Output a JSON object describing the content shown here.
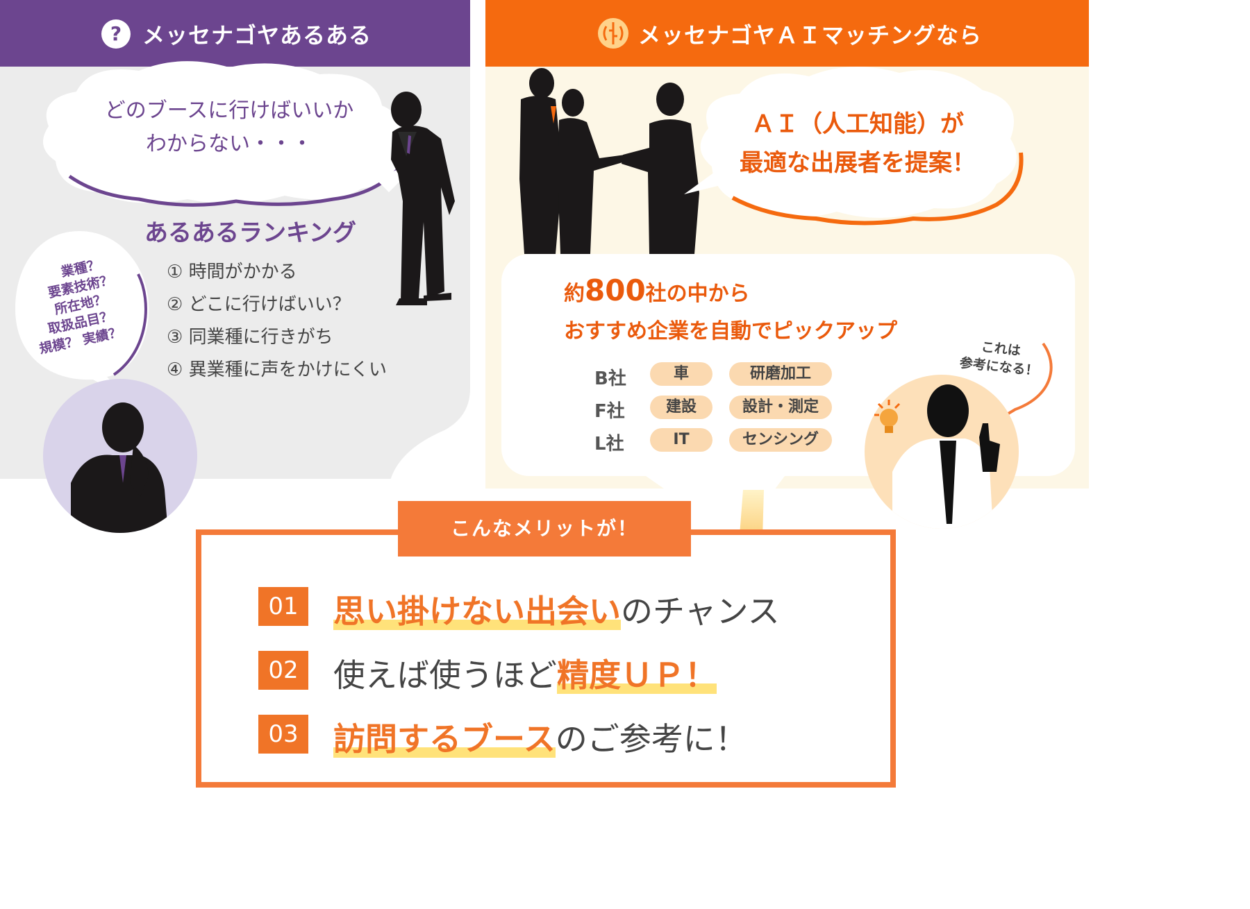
{
  "left": {
    "header": "メッセナゴヤあるある",
    "question_mark": "?",
    "bubble_line1": "どのブースに行けばいいか",
    "bubble_line2": "わからない・・・",
    "ranking_title": "あるあるランキング",
    "ranking": [
      {
        "num": "①",
        "text": "時間がかかる"
      },
      {
        "num": "②",
        "text": "どこに行けばいい？"
      },
      {
        "num": "③",
        "text": "同業種に行きがち"
      },
      {
        "num": "④",
        "text": "異業種に声をかけにくい"
      }
    ],
    "small_bubble": [
      "業種？",
      "要素技術？",
      "所在地？",
      "取扱品目？",
      "規模？ 実績？"
    ]
  },
  "right": {
    "header": "メッセナゴヤＡＩマッチングなら",
    "bubble_line1": "ＡＩ（人工知能）が",
    "bubble_line2": "最適な出展者を提案！",
    "card_line1_pre": "約",
    "card_line1_num": "800",
    "card_line1_post": "社の中から",
    "card_line2": "おすすめ企業を自動でピックアップ",
    "companies": [
      {
        "name": "B社",
        "tags": [
          "車",
          "研磨加工"
        ]
      },
      {
        "name": "F社",
        "tags": [
          "建設",
          "設計・測定"
        ]
      },
      {
        "name": "L社",
        "tags": [
          "IT",
          "センシング"
        ]
      }
    ],
    "small_bubble": [
      "これは",
      "参考になる！"
    ]
  },
  "merits": {
    "header": "こんなメリットが！",
    "items": [
      {
        "num": "01",
        "highlight": "思い掛けない出会い",
        "rest": "のチャンス",
        "pre": ""
      },
      {
        "num": "02",
        "pre": "使えば使うほど",
        "highlight": "精度ＵＰ！",
        "rest": ""
      },
      {
        "num": "03",
        "pre": "",
        "highlight": "訪問するブース",
        "rest": "のご参考に！"
      }
    ]
  },
  "colors": {
    "purple": "#6c458f",
    "orange": "#f56a0f",
    "merit_orange": "#f47a39",
    "highlight": "#ffe27a"
  }
}
